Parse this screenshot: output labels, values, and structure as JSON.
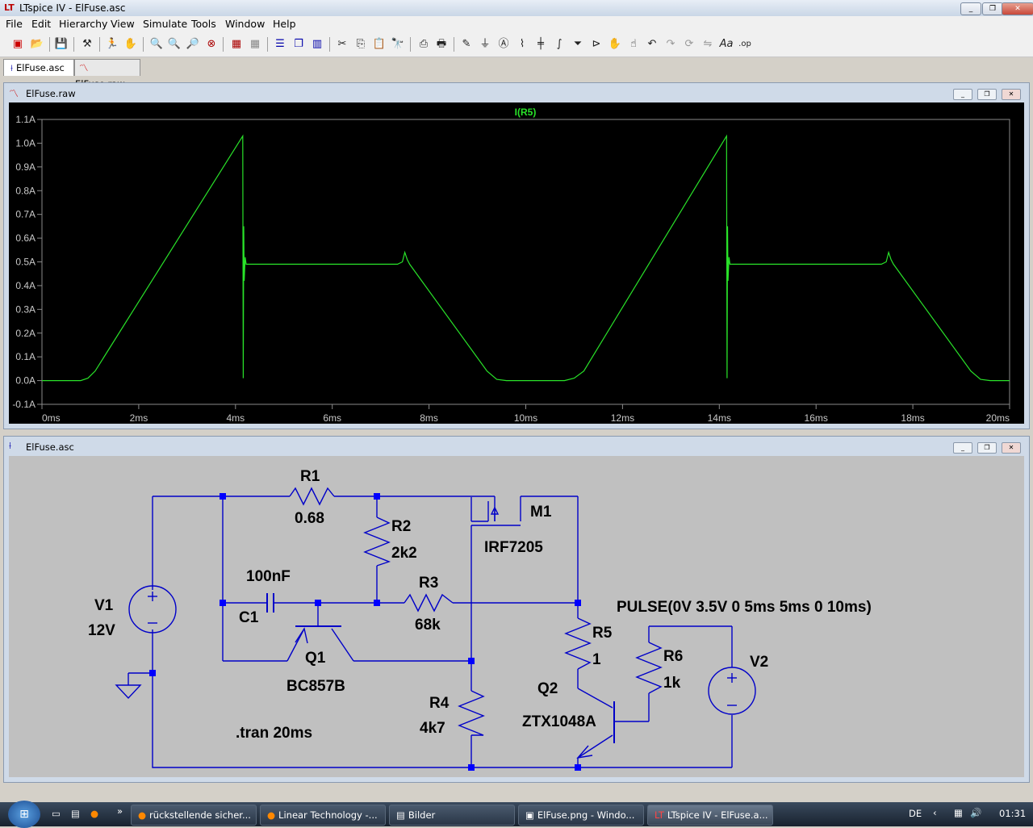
{
  "window": {
    "title": "LTspice IV - ElFuse.asc"
  },
  "menu": [
    "File",
    "Edit",
    "Hierarchy",
    "View",
    "Simulate",
    "Tools",
    "Window",
    "Help"
  ],
  "toolbar_icons": [
    "new-schematic-icon",
    "open-icon",
    "save-icon",
    "control-panel-icon",
    "run-icon",
    "halt-icon",
    "zoom-in-icon",
    "zoom-pan-icon",
    "zoom-out-icon",
    "zoom-fit-icon",
    "autorange-icon",
    "grid-icon",
    "tile-horizontal-icon",
    "cascade-icon",
    "tile-vertical-icon",
    "cut-icon",
    "copy-icon",
    "paste-icon",
    "find-icon",
    "print-setup-icon",
    "print-icon",
    "draw-wire-icon",
    "ground-icon",
    "label-net-icon",
    "resistor-icon",
    "capacitor-icon",
    "inductor-icon",
    "diode-icon",
    "component-icon",
    "move-icon",
    "drag-icon",
    "undo-icon",
    "redo-icon",
    "rotate-icon",
    "mirror-icon",
    "text-icon",
    "spice-directive-icon"
  ],
  "tabs": [
    {
      "label": "ElFuse.asc"
    },
    {
      "label": "ElFuse.raw"
    }
  ],
  "waveform_window": {
    "title": "ElFuse.raw"
  },
  "schematic_window": {
    "title": "ElFuse.asc"
  },
  "chart_data": {
    "type": "line",
    "title": "I(R5)",
    "xlabel": "",
    "ylabel": "",
    "xlim": [
      0,
      20
    ],
    "ylim": [
      -0.1,
      1.1
    ],
    "x_ticks": [
      "0ms",
      "2ms",
      "4ms",
      "6ms",
      "8ms",
      "10ms",
      "12ms",
      "14ms",
      "16ms",
      "18ms",
      "20ms"
    ],
    "y_ticks": [
      "-0.1A",
      "0.0A",
      "0.1A",
      "0.2A",
      "0.3A",
      "0.4A",
      "0.5A",
      "0.6A",
      "0.7A",
      "0.8A",
      "0.9A",
      "1.0A",
      "1.1A"
    ],
    "grid": false,
    "series": [
      {
        "name": "I(R5)",
        "color": "#29e229",
        "x_unit": "ms",
        "y_unit": "A",
        "x": [
          0,
          0.8,
          0.95,
          1.1,
          4.15,
          4.16,
          4.17,
          4.18,
          4.2,
          4.22,
          4.25,
          7.35,
          7.45,
          7.5,
          7.55,
          7.6,
          9.2,
          9.4,
          9.6,
          10.8,
          11.0,
          11.2,
          14.15,
          14.16,
          14.17,
          14.18,
          14.2,
          14.22,
          14.25,
          17.35,
          17.45,
          17.5,
          17.55,
          17.6,
          19.2,
          19.4,
          19.6,
          20
        ],
        "y": [
          0,
          0,
          0.01,
          0.04,
          1.03,
          0.01,
          0.65,
          0.42,
          0.52,
          0.49,
          0.49,
          0.49,
          0.5,
          0.54,
          0.51,
          0.49,
          0.04,
          0.005,
          0,
          0,
          0.01,
          0.04,
          1.03,
          0.01,
          0.65,
          0.42,
          0.52,
          0.49,
          0.49,
          0.49,
          0.5,
          0.54,
          0.51,
          0.49,
          0.04,
          0.005,
          0,
          0
        ]
      }
    ]
  },
  "schematic": {
    "components": {
      "R1": {
        "name": "R1",
        "value": "0.68"
      },
      "R2": {
        "name": "R2",
        "value": "2k2"
      },
      "R3": {
        "name": "R3",
        "value": "68k"
      },
      "R4": {
        "name": "R4",
        "value": "4k7"
      },
      "R5": {
        "name": "R5",
        "value": "1"
      },
      "R6": {
        "name": "R6",
        "value": "1k"
      },
      "C1": {
        "name": "C1",
        "value": "100nF"
      },
      "Q1": {
        "name": "Q1",
        "value": "BC857B"
      },
      "Q2": {
        "name": "Q2",
        "value": "ZTX1048A"
      },
      "M1": {
        "name": "M1",
        "value": "IRF7205"
      },
      "V1": {
        "name": "V1",
        "value": "12V"
      },
      "V2": {
        "name": "V2",
        "value": "PULSE(0V 3.5V 0 5ms 5ms 0 10ms)"
      }
    },
    "directive": ".tran 20ms"
  },
  "taskbar": {
    "items": [
      {
        "label": "rückstellende sicher..."
      },
      {
        "label": "Linear Technology -..."
      },
      {
        "label": "Bilder"
      },
      {
        "label": "ElFuse.png - Windo..."
      },
      {
        "label": "LTspice IV - ElFuse.a..."
      }
    ],
    "language": "DE",
    "clock": "01:31"
  }
}
